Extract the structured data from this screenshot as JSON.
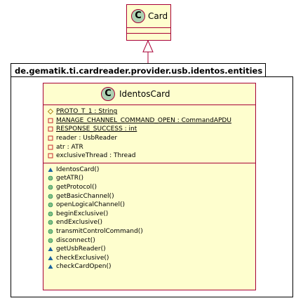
{
  "superclass": {
    "name": "Card",
    "stereotype_letter": "C"
  },
  "package": {
    "name": "de.gematik.ti.cardreader.provider.usb.identos.entities"
  },
  "class": {
    "name": "IdentosCard",
    "stereotype_letter": "C",
    "fields": [
      {
        "visibility": "protected",
        "static": true,
        "text": "PROTO_T_1 : String"
      },
      {
        "visibility": "private",
        "static": true,
        "text": "MANAGE_CHANNEL_COMMAND_OPEN : CommandAPDU"
      },
      {
        "visibility": "private",
        "static": true,
        "text": "RESPONSE_SUCCESS : int"
      },
      {
        "visibility": "private",
        "static": false,
        "text": "reader : UsbReader"
      },
      {
        "visibility": "private",
        "static": false,
        "text": "atr : ATR"
      },
      {
        "visibility": "private",
        "static": false,
        "text": "exclusiveThread : Thread"
      }
    ],
    "methods": [
      {
        "visibility": "package",
        "text": "IdentosCard()"
      },
      {
        "visibility": "public",
        "text": "getATR()"
      },
      {
        "visibility": "public",
        "text": "getProtocol()"
      },
      {
        "visibility": "public",
        "text": "getBasicChannel()"
      },
      {
        "visibility": "public",
        "text": "openLogicalChannel()"
      },
      {
        "visibility": "public",
        "text": "beginExclusive()"
      },
      {
        "visibility": "public",
        "text": "endExclusive()"
      },
      {
        "visibility": "public",
        "text": "transmitControlCommand()"
      },
      {
        "visibility": "public",
        "text": "disconnect()"
      },
      {
        "visibility": "package",
        "text": "getUsbReader()"
      },
      {
        "visibility": "package",
        "text": "checkExclusive()"
      },
      {
        "visibility": "package",
        "text": "checkCardOpen()"
      }
    ]
  },
  "colors": {
    "class_fill": "#fefece",
    "border": "#a80036",
    "circle_fill": "#add1b2",
    "public_icon": "#84be84",
    "package_icon": "#1963a0",
    "private_icon": "#c82930",
    "protected_icon": "#b38d22"
  },
  "icons": {
    "public": "public-visibility-icon",
    "package": "package-visibility-icon",
    "private": "private-visibility-icon",
    "protected": "protected-visibility-icon"
  }
}
